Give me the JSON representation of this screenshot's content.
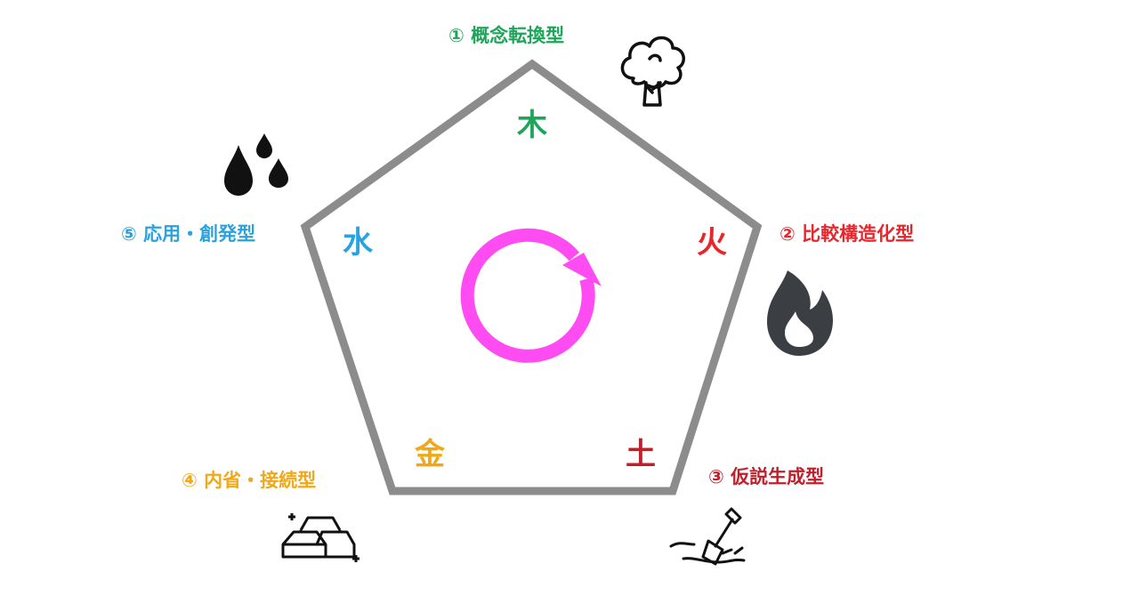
{
  "colors": {
    "wood": "#1ea55a",
    "fire": "#e8262c",
    "earth": "#c0202a",
    "metal": "#f0a818",
    "water": "#29a3df",
    "cycle": "#ff4bf2",
    "pentagon": "#8c8c8c",
    "icon": "#111111",
    "flame": "#3b3f44"
  },
  "elements": {
    "wood": {
      "char": "木",
      "label": "① 概念転換型",
      "icon": "tree-icon"
    },
    "fire": {
      "char": "火",
      "label": "② 比較構造化型",
      "icon": "flame-icon"
    },
    "earth": {
      "char": "土",
      "label": "③ 仮説生成型",
      "icon": "shovel-icon"
    },
    "metal": {
      "char": "金",
      "label": "④ 内省・接続型",
      "icon": "gold-bars-icon"
    },
    "water": {
      "char": "水",
      "label": "⑤ 応用・創発型",
      "icon": "water-drops-icon"
    }
  },
  "center": {
    "icon": "cycle-arrow-icon"
  }
}
